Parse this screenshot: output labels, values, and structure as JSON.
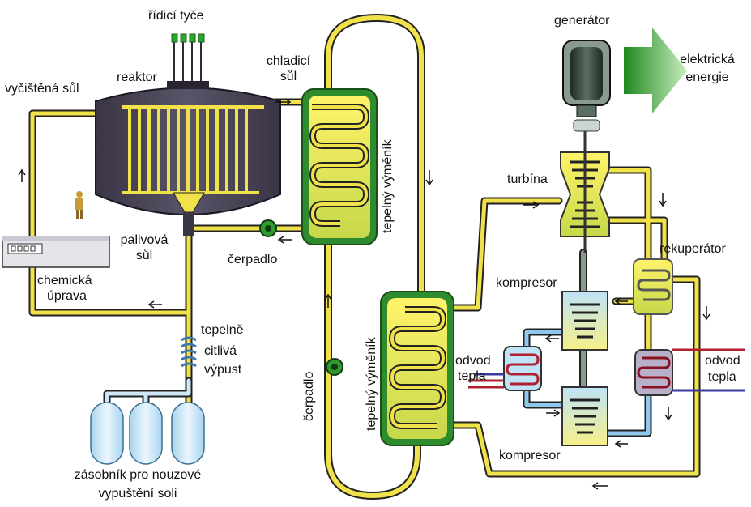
{
  "labels": {
    "control_rods": "řídicí tyče",
    "reactor": "reaktor",
    "cleaned_salt": "vyčištěná sůl",
    "coolant_salt_line1": "chladicí",
    "coolant_salt_line2": "sůl",
    "fuel_salt_line1": "palivová",
    "fuel_salt_line2": "sůl",
    "pump_primary": "čerpadlo",
    "chemical_line1": "chemická",
    "chemical_line2": "úprava",
    "freeze_valve_line1": "tepelně",
    "freeze_valve_line2": "citlivá",
    "freeze_valve_line3": "výpust",
    "drain_tanks_line1": "zásobník pro nouzové",
    "drain_tanks_line2": "vypuštění soli",
    "heat_exchanger_1": "tepelný výměník",
    "heat_exchanger_2": "tepelný výměník",
    "pump_secondary": "čerpadlo",
    "generator": "generátor",
    "electric_line1": "elektrická",
    "electric_line2": "energie",
    "turbine": "turbína",
    "recuperator": "rekuperátor",
    "compressor_top": "kompresor",
    "compressor_bottom": "kompresor",
    "heat_removal_left_line1": "odvod",
    "heat_removal_left_line2": "tepla",
    "heat_removal_right_line1": "odvod",
    "heat_removal_right_line2": "tepla"
  },
  "colors": {
    "pipe_yellow": "#f2e24a",
    "pipe_outline": "#222222",
    "reactor_body": "#4a4458",
    "heat_exchanger_green": "#2e8b2e",
    "pump_green": "#2f9a2f",
    "arrow_green": "#3aa83a",
    "gas_blue": "#8fc8ea",
    "hot_red": "#b02030",
    "tank_blue": "#cfe8f7",
    "generator_dark": "#2c3a33"
  }
}
